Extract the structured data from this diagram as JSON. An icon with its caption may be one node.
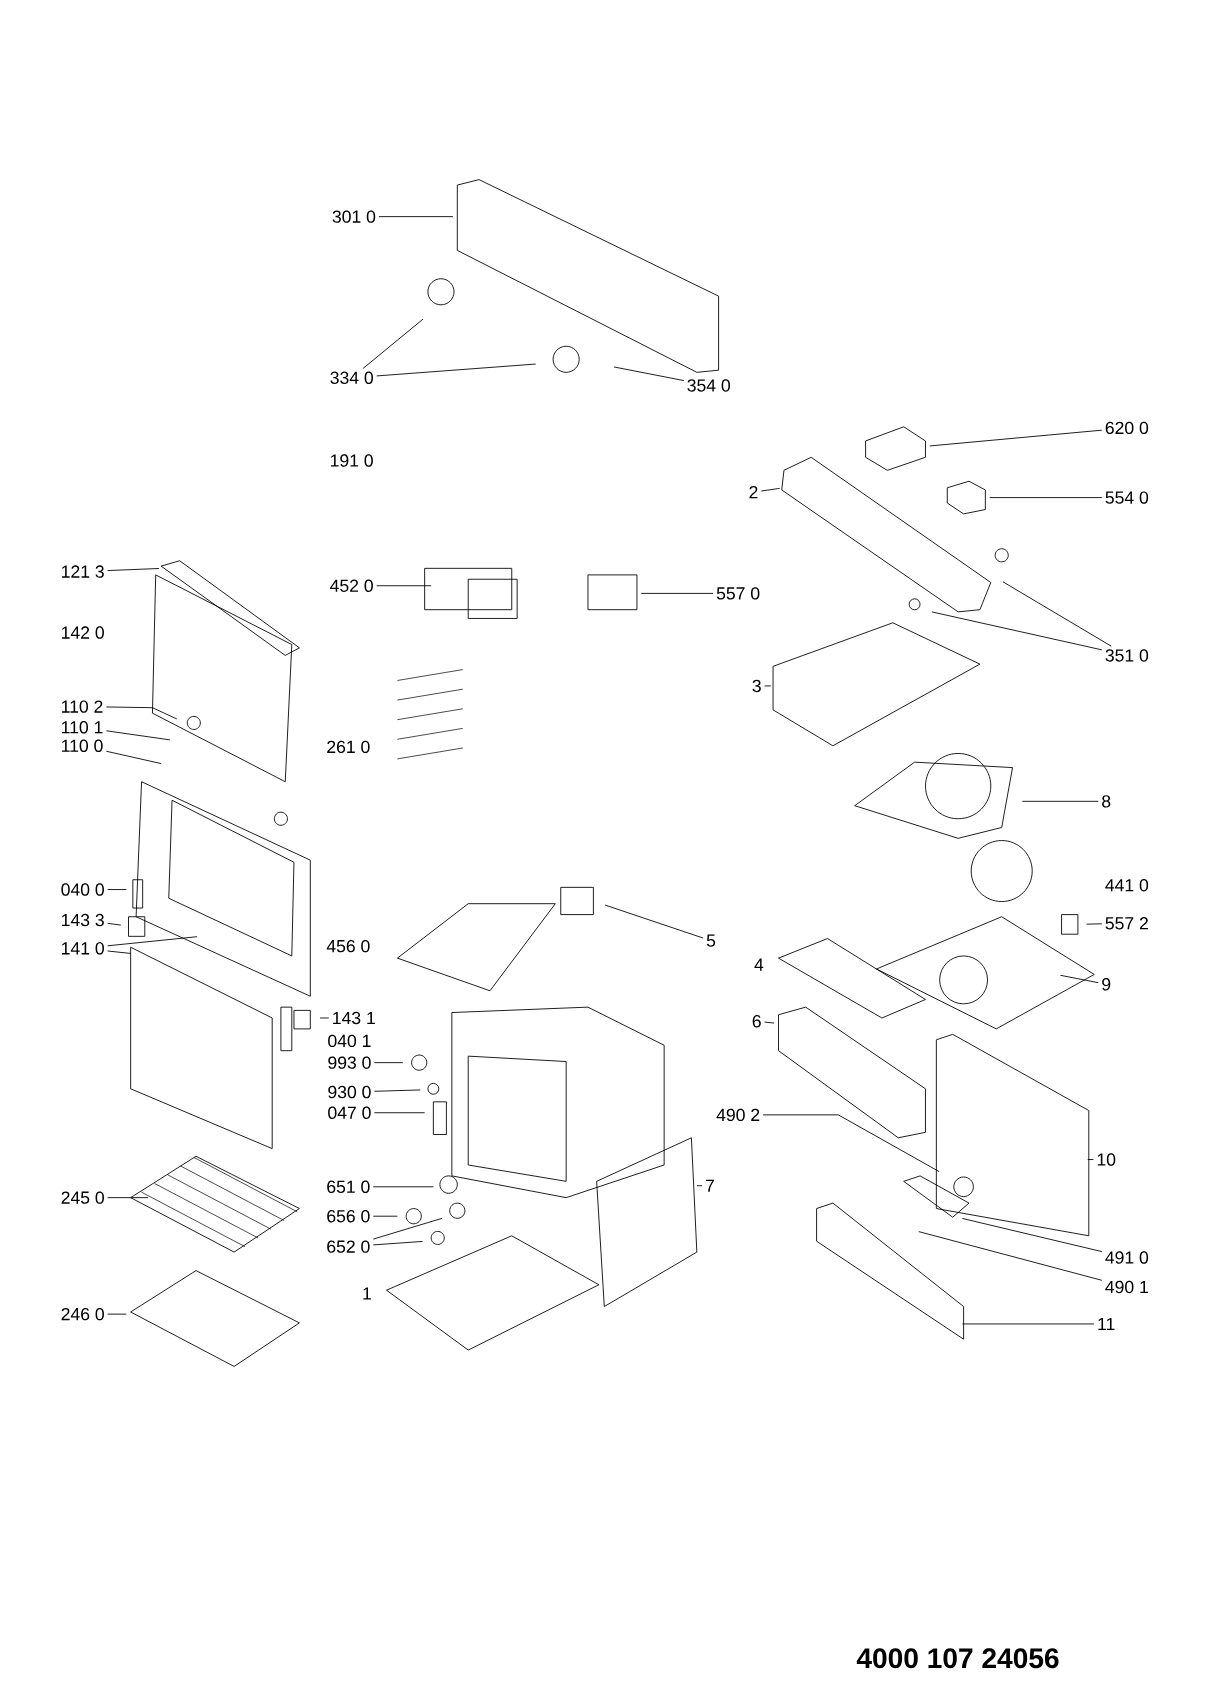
{
  "diagram": {
    "nodes": [
      {
        "text": [
          "301 0"
        ]
      },
      {
        "text": [
          "334 0"
        ]
      },
      {
        "text": [
          "354 0"
        ]
      },
      {
        "text": [
          "620 0"
        ]
      },
      {
        "text": [
          "2"
        ]
      },
      {
        "text": [
          "554 0"
        ]
      },
      {
        "text": [
          "121 3"
        ]
      },
      {
        "text": [
          "452 0"
        ]
      },
      {
        "text": [
          "557 0"
        ]
      },
      {
        "text": [
          "351 0"
        ]
      },
      {
        "text": [
          "3"
        ]
      },
      {
        "text": [
          "110 2"
        ]
      },
      {
        "text": [
          "110 1"
        ]
      },
      {
        "text": [
          "110 0"
        ]
      },
      {
        "text": [
          "8"
        ]
      },
      {
        "text": [
          "040 0"
        ]
      },
      {
        "text": [
          "143 3"
        ]
      },
      {
        "text": [
          "557 2"
        ]
      },
      {
        "text": [
          "5"
        ]
      },
      {
        "text": [
          "141 0"
        ]
      },
      {
        "text": [
          "9"
        ]
      },
      {
        "text": [
          "143 1"
        ]
      },
      {
        "text": [
          "6"
        ]
      },
      {
        "text": [
          "993 0"
        ]
      },
      {
        "text": [
          "930 0"
        ]
      },
      {
        "text": [
          "047 0"
        ]
      },
      {
        "text": [
          "490 2"
        ]
      },
      {
        "text": [
          "10"
        ]
      },
      {
        "text": [
          "7"
        ]
      },
      {
        "text": [
          "651 0"
        ]
      },
      {
        "text": [
          "245 0"
        ]
      },
      {
        "text": [
          "656 0"
        ]
      },
      {
        "text": [
          "652 0"
        ]
      },
      {
        "text": [
          "491 0"
        ]
      },
      {
        "text": [
          "490 1"
        ]
      },
      {
        "text": [
          "246 0"
        ]
      },
      {
        "text": [
          "11"
        ]
      }
    ],
    "edges": [
      {
        "from": 0,
        "to": null,
        "arrow": "none"
      },
      {
        "from": 1,
        "to": null,
        "arrow": "none"
      },
      {
        "from": 1,
        "to": null,
        "arrow": "none"
      },
      {
        "from": 2,
        "to": null,
        "arrow": "none"
      },
      {
        "from": 3,
        "to": null,
        "arrow": "none"
      },
      {
        "from": 4,
        "to": null,
        "arrow": "none"
      },
      {
        "from": 5,
        "to": null,
        "arrow": "none"
      },
      {
        "from": 6,
        "to": null,
        "arrow": "none"
      },
      {
        "from": 7,
        "to": null,
        "arrow": "none"
      },
      {
        "from": 8,
        "to": null,
        "arrow": "none"
      },
      {
        "from": 9,
        "to": null,
        "arrow": "none"
      },
      {
        "from": 9,
        "to": null,
        "arrow": "none"
      },
      {
        "from": 10,
        "to": null,
        "arrow": "none"
      },
      {
        "from": 11,
        "to": null,
        "arrow": "none"
      },
      {
        "from": 12,
        "to": null,
        "arrow": "none"
      },
      {
        "from": 13,
        "to": null,
        "arrow": "none"
      },
      {
        "from": 14,
        "to": null,
        "arrow": "none"
      },
      {
        "from": 15,
        "to": null,
        "arrow": "none"
      },
      {
        "from": 16,
        "to": null,
        "arrow": "none"
      },
      {
        "from": 17,
        "to": null,
        "arrow": "none"
      },
      {
        "from": 18,
        "to": null,
        "arrow": "none"
      },
      {
        "from": 19,
        "to": null,
        "arrow": "none"
      },
      {
        "from": 19,
        "to": null,
        "arrow": "none"
      },
      {
        "from": 20,
        "to": null,
        "arrow": "none"
      },
      {
        "from": 21,
        "to": null,
        "arrow": "none"
      },
      {
        "from": 22,
        "to": null,
        "arrow": "none"
      },
      {
        "from": 23,
        "to": null,
        "arrow": "none"
      },
      {
        "from": 24,
        "to": null,
        "arrow": "none"
      },
      {
        "from": 25,
        "to": null,
        "arrow": "none"
      },
      {
        "from": 26,
        "to": null,
        "arrow": "none"
      },
      {
        "from": 27,
        "to": null,
        "arrow": "none"
      },
      {
        "from": 28,
        "to": null,
        "arrow": "none"
      },
      {
        "from": 29,
        "to": null,
        "arrow": "none"
      },
      {
        "from": 30,
        "to": null,
        "arrow": "none"
      },
      {
        "from": 31,
        "to": null,
        "arrow": "none"
      },
      {
        "from": 32,
        "to": null,
        "arrow": "none"
      },
      {
        "from": 32,
        "to": null,
        "arrow": "none"
      },
      {
        "from": 33,
        "to": null,
        "arrow": "none"
      },
      {
        "from": 34,
        "to": null,
        "arrow": "none"
      },
      {
        "from": 35,
        "to": null,
        "arrow": "none"
      },
      {
        "from": 36,
        "to": null,
        "arrow": "none"
      }
    ],
    "labels": [
      "191 0",
      "142 0",
      "261 0",
      "441 0",
      "456 0",
      "4",
      "040 1",
      "1",
      "4000 107 24056"
    ]
  }
}
